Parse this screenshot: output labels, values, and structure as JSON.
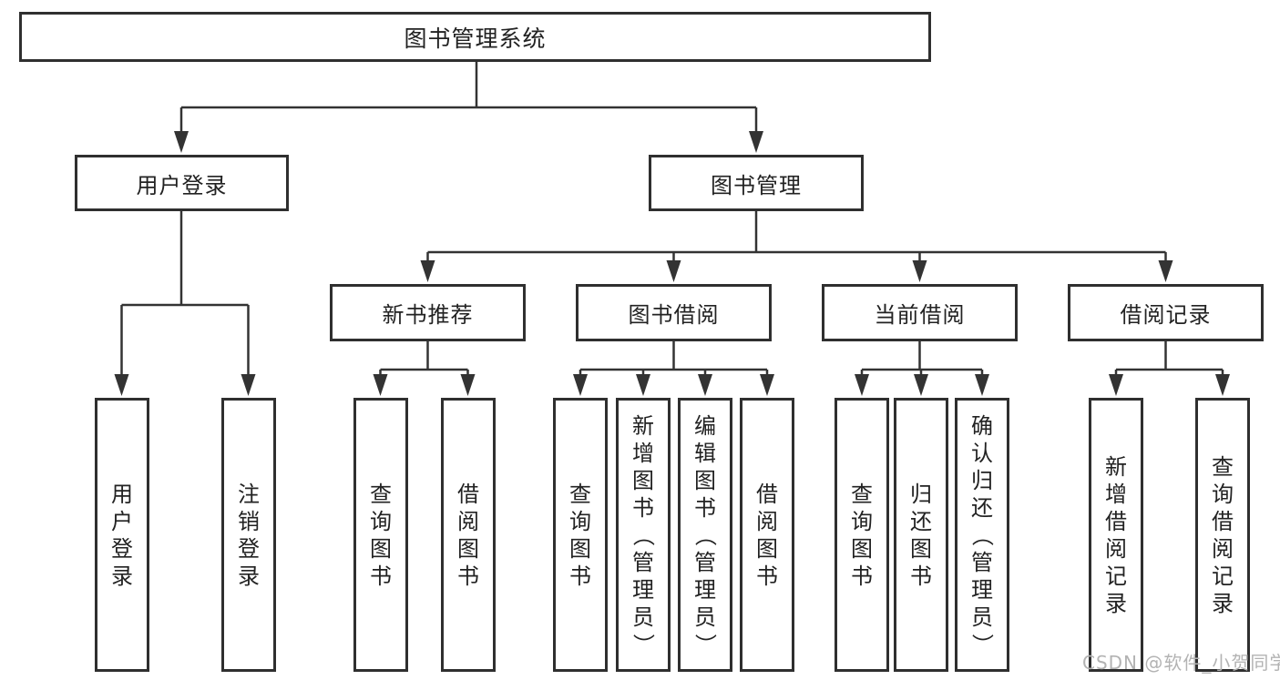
{
  "tree": {
    "root": {
      "label": "图书管理系统"
    },
    "branches": [
      {
        "label": "用户登录",
        "children": [
          {
            "label": "用户登录"
          },
          {
            "label": "注销登录"
          }
        ]
      },
      {
        "label": "图书管理",
        "children": [
          {
            "label": "新书推荐",
            "children": [
              {
                "label": "查询图书"
              },
              {
                "label": "借阅图书"
              }
            ]
          },
          {
            "label": "图书借阅",
            "children": [
              {
                "label": "查询图书"
              },
              {
                "label": "新增图书（管理员）"
              },
              {
                "label": "编辑图书（管理员）"
              },
              {
                "label": "借阅图书"
              }
            ]
          },
          {
            "label": "当前借阅",
            "children": [
              {
                "label": "查询图书"
              },
              {
                "label": "归还图书"
              },
              {
                "label": "确认归还（管理员）"
              }
            ]
          },
          {
            "label": "借阅记录",
            "children": [
              {
                "label": "新增借阅记录"
              },
              {
                "label": "查询借阅记录"
              }
            ]
          }
        ]
      }
    ]
  },
  "watermark": "CSDN @软件_小贺同学",
  "colors": {
    "line": "#333333",
    "box_border": "#2f2f2f",
    "text": "#222222",
    "background": "#ffffff",
    "watermark": "#b3b3b3"
  }
}
